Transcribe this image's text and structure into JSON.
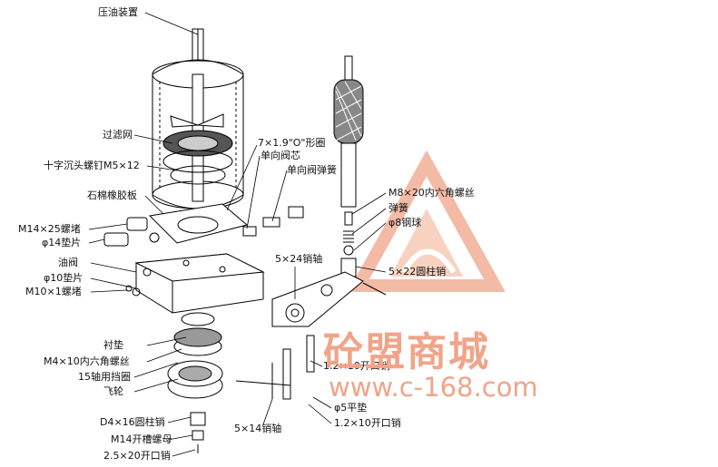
{
  "labels": {
    "pressure_oil_device": "压油装置",
    "filter_net": "过滤网",
    "cross_screw": "十字沉头螺钉M5×12",
    "asbestos_gasket": "石棉橡胶板",
    "o_ring": "7×1.9\"O\"形圈",
    "check_valve_core": "单向阀芯",
    "check_valve_spring": "单向阀弹簧",
    "m14_screw": "M14×25螺堵",
    "phi14_washer": "φ14垫片",
    "oil_valve": "油阀",
    "phi10_washer": "φ10垫片",
    "m10_plug": "M10×1螺堵",
    "m8_screw": "M8×20内六角螺丝",
    "spring": "弹簧",
    "phi8_ball": "φ8钢球",
    "pin_5x22": "5×22圆柱销",
    "pin_5x24": "5×24销轴",
    "pad": "衬垫",
    "m4_screw": "M4×10内六角螺丝",
    "bearing_15": "15轴用挡圈",
    "flywheel": "飞轮",
    "cotter_1_2x10": "1.2×10开口销",
    "phi5_washer": "φ5平垫",
    "cotter_1_2x10_b": "1.2×10开口销",
    "pin_5x14": "5×14销轴",
    "pin_d4x16": "D4×16圆柱销",
    "m14_nut": "M14开槽螺母",
    "cotter_2_5x20": "2.5×20开口销"
  },
  "watermark": {
    "name": "砼盟商城",
    "url": "www.c-168.com"
  }
}
